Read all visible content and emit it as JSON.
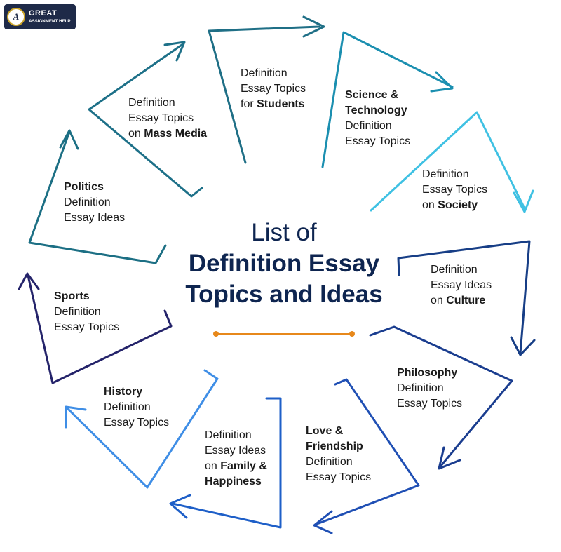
{
  "brand": {
    "logo_letter": "A",
    "line1": "GREAT",
    "line2": "ASSIGNMENT HELP"
  },
  "title": {
    "line1": "List of",
    "line2": "Definition Essay",
    "line3": "Topics and Ideas"
  },
  "divider": {
    "color": "#e7881b"
  },
  "topics": [
    {
      "pre": "Definition\nEssay Topics\nfor ",
      "bold": "Students",
      "post": ""
    },
    {
      "pre": "",
      "bold": "Science &\nTechnology",
      "post": "\nDefinition\nEssay Topics"
    },
    {
      "pre": "Definition\nEssay Topics\non ",
      "bold": "Society",
      "post": ""
    },
    {
      "pre": "Definition\nEssay Ideas\non ",
      "bold": "Culture",
      "post": ""
    },
    {
      "pre": "",
      "bold": "Philosophy",
      "post": "\nDefinition\nEssay Topics"
    },
    {
      "pre": "",
      "bold": "Love &\nFriendship",
      "post": "\nDefinition\nEssay Topics"
    },
    {
      "pre": "Definition\nEssay Ideas\non ",
      "bold": "Family &\nHappiness",
      "post": ""
    },
    {
      "pre": "",
      "bold": "History",
      "post": "\nDefinition\nEssay Topics"
    },
    {
      "pre": "",
      "bold": "Sports",
      "post": "\nDefinition\nEssay Topics"
    },
    {
      "pre": "",
      "bold": "Politics",
      "post": "\nDefinition\nEssay Ideas"
    },
    {
      "pre": "Definition\nEssay Topics\non ",
      "bold": "Mass Media",
      "post": ""
    }
  ],
  "arrow_colors": [
    "#1f6f86",
    "#1b8fb0",
    "#3fc1e3",
    "#173e86",
    "#1a3d8f",
    "#1f4fb4",
    "#1e5fc8",
    "#3f8ee6",
    "#24236a",
    "#1c6f84",
    "#1d7088"
  ]
}
